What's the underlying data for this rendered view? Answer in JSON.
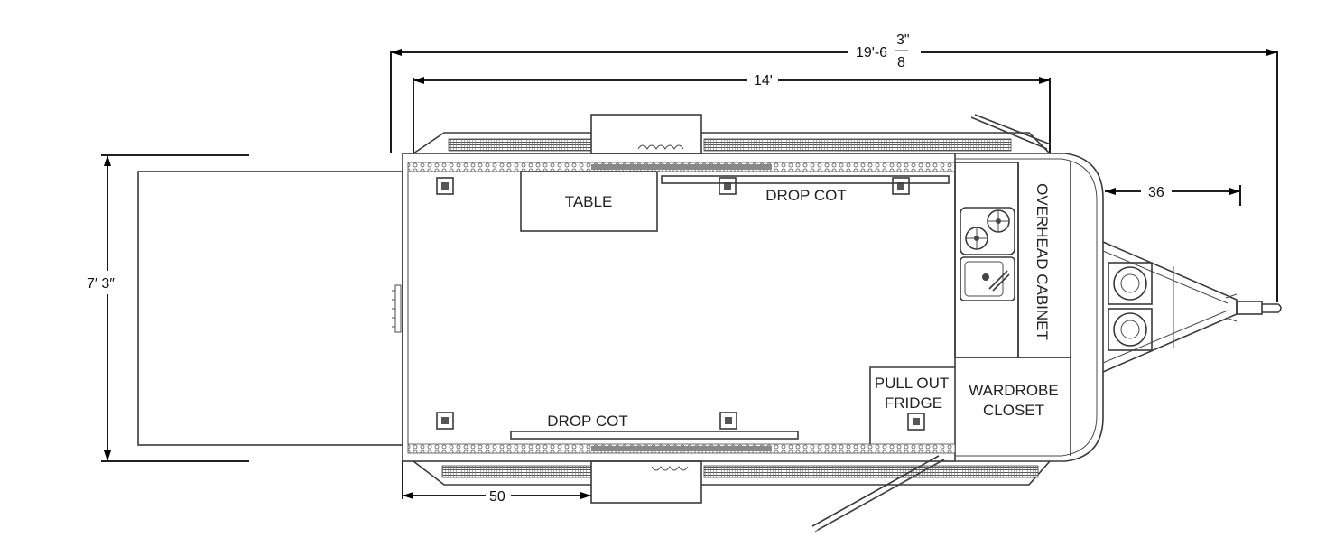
{
  "dimensions": {
    "overall_length": {
      "whole": "19'-6",
      "num": "3\"",
      "den": "8"
    },
    "box_length": "14'",
    "width": "7′ 3″",
    "tongue": "36",
    "door_offset": "50"
  },
  "rooms": {
    "table": "TABLE",
    "drop_cot_top": "DROP COT",
    "drop_cot_bottom": "DROP COT",
    "overhead_cabinet": "OVERHEAD CABINET",
    "pull_out_fridge_line1": "PULL OUT",
    "pull_out_fridge_line2": "FRIDGE",
    "wardrobe_line1": "WARDROBE",
    "wardrobe_line2": "CLOSET"
  },
  "colors": {
    "line": "#3a3a3a",
    "dimension": "#000000",
    "background": "#ffffff"
  }
}
